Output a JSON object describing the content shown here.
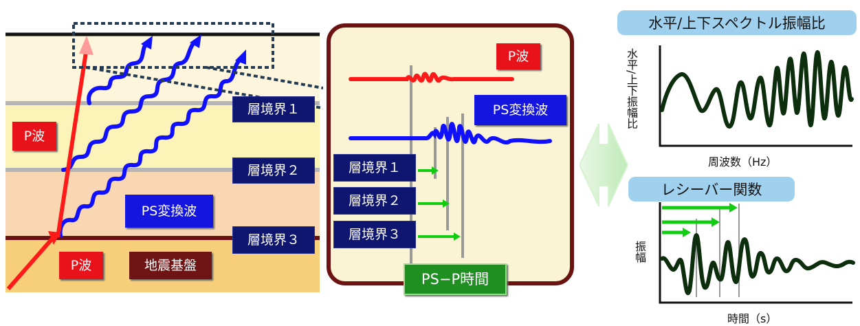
{
  "left_panel": {
    "layer_boundaries": [
      "層境界１",
      "層境界２",
      "層境界３"
    ],
    "p_wave_label": "P波",
    "ps_wave_label": "PS変換波",
    "bedrock_label": "地震基盤"
  },
  "center_panel": {
    "p_wave_label": "P波",
    "ps_wave_label": "PS変換波",
    "boundary_labels": [
      "層境界１",
      "層境界２",
      "層境界３"
    ],
    "time_label": "PS−P時間"
  },
  "right_panel": {
    "spectrum_title": "水平/上下スペクトル振幅比",
    "spectrum_ylabel": "水平/上下振幅比",
    "spectrum_xlabel": "周波数（Hz）",
    "receiver_title": "レシーバー関数",
    "receiver_ylabel": "振幅",
    "receiver_xlabel": "時間（s）"
  },
  "colors": {
    "p_wave": "#ff1a1a",
    "ps_wave": "#1010ff",
    "trace": "#0c2e0c",
    "arrow_green": "#11cc11"
  }
}
